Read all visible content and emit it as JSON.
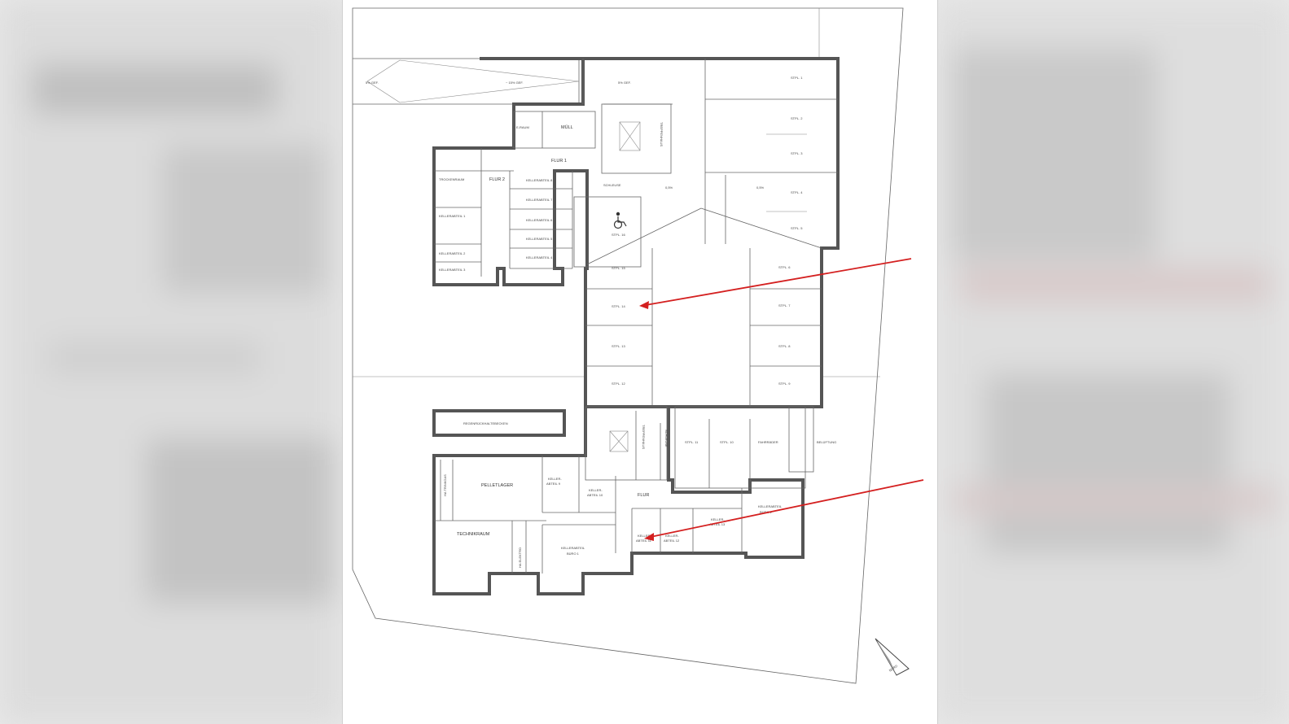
{
  "plan": {
    "ramps": {
      "left_slope": "5% GEF.",
      "mid_slope": "~ 15% GEF.",
      "right_slope": "5% GEF."
    },
    "rooms_north": {
      "e_raum": "E-RAUM",
      "muell": "MÜLL",
      "flur1": "FLUR 1",
      "flur2": "FLUR 2",
      "trockenraum": "TROCKENRAUM",
      "schleuse": "SCHLEUSE",
      "treppenhaus": "TREPPENHAUS",
      "keller1": "KELLERABTEIL 1",
      "keller2": "KELLERABTEIL 2",
      "keller3": "KELLERABTEIL 3",
      "keller4": "KELLERABTEIL 4",
      "keller5": "KELLERABTEIL 5",
      "keller6": "KELLERABTEIL 6",
      "keller7": "KELLERABTEIL 7",
      "keller8": "KELLERABTEIL 8"
    },
    "parking": {
      "stpl1": "STPL. 1",
      "stpl2": "STPL. 2",
      "stpl3": "STPL. 3",
      "stpl4": "STPL. 4",
      "stpl5": "STPL. 5",
      "stpl6": "STPL. 6",
      "stpl7": "STPL. 7",
      "stpl8": "STPL. 8",
      "stpl9": "STPL. 9",
      "stpl10": "STPL. 10",
      "stpl11": "STPL. 11",
      "stpl12": "STPL. 12",
      "stpl13": "STPL. 13",
      "stpl14": "STPL. 14",
      "stpl15": "STPL. 15",
      "stpl16": "STPL. 16",
      "slope_a": "0,5%",
      "slope_b": "0,5%"
    },
    "rooms_south": {
      "regenbecken": "REGENRÜCKHALTEBECKEN",
      "ha_trinkgas": "HA TRINKGAS",
      "pelletlager": "PELLETLAGER",
      "technikraum": "TECHNIKRAUM",
      "ha_elektro": "HA ELEKTRO",
      "keller_buero1_a": "KELLERABTEIL",
      "keller_buero1_b": "BÜRO 1",
      "keller9_a": "KELLER-",
      "keller9_b": "ABTEIL 9",
      "keller10_a": "KELLER-",
      "keller10_b": "ABTEIL 10",
      "keller11_a": "KELLER-",
      "keller11_b": "ABTEIL 11",
      "keller12_a": "KELLER-",
      "keller12_b": "ABTEIL 12",
      "keller13_a": "KELLER-",
      "keller13_b": "ABTEIL 13",
      "keller_buero2_a": "KELLERABTEIL",
      "keller_buero2_b": "BÜRO 2",
      "flur": "FLUR",
      "treppenhaus": "TREPPENHAUS",
      "schleuse": "SCHLEUSE",
      "fahrraeder": "FAHRRÄDER",
      "belueftung": "BELÜFTUNG"
    },
    "north": "NORD",
    "colors": {
      "arrow": "#d42020",
      "wall": "#555555",
      "line": "#666666"
    }
  }
}
